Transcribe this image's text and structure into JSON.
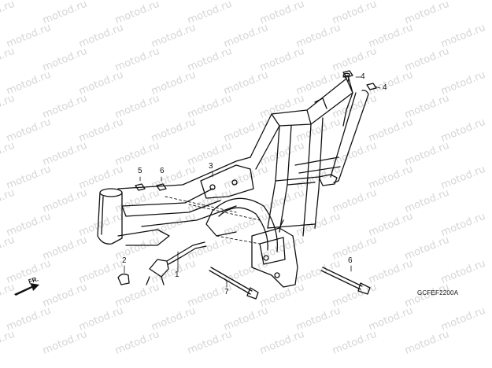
{
  "diagram": {
    "code": "GCFEF2200A",
    "direction_label": "FR.",
    "watermark_text": "motod.ru",
    "callouts": [
      {
        "id": "c1",
        "label": "1"
      },
      {
        "id": "c2",
        "label": "2"
      },
      {
        "id": "c3",
        "label": "3"
      },
      {
        "id": "c4a",
        "label": "4"
      },
      {
        "id": "c4b",
        "label": "4"
      },
      {
        "id": "c5",
        "label": "5"
      },
      {
        "id": "c6a",
        "label": "6"
      },
      {
        "id": "c6b",
        "label": "6"
      },
      {
        "id": "c7",
        "label": "7"
      }
    ]
  }
}
